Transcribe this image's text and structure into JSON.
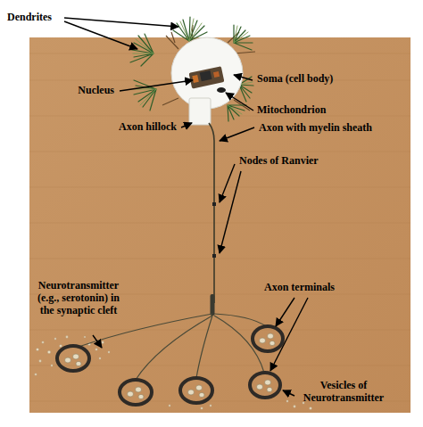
{
  "diagram": {
    "labels": [
      "Dendrites",
      "Nucleus",
      "Soma (cell body)",
      "Mitochondrion",
      "Axon hillock",
      "Axon with myelin sheath",
      "Nodes of Ranvier",
      "Neurotransmitter (e.g., serotonin) in the synaptic cleft",
      "Axon terminals",
      "Vesicles of Neurotransmitter"
    ]
  }
}
